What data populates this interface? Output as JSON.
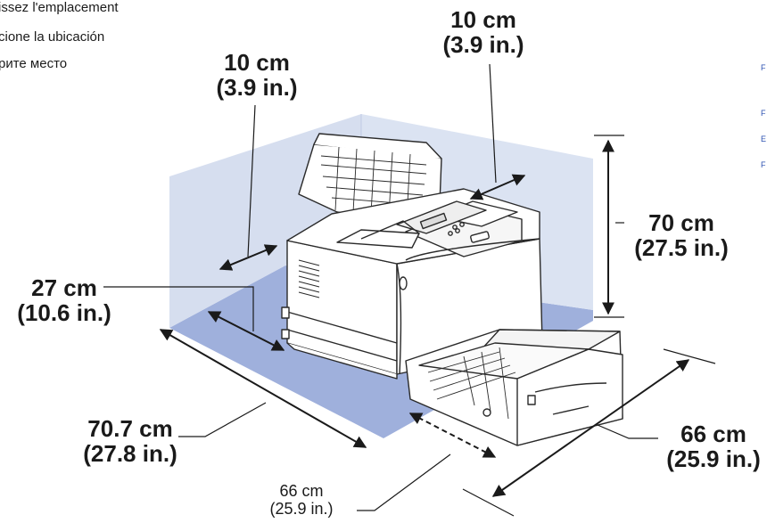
{
  "header_lines": [
    "issez l'emplacement",
    "cione la ubicación",
    "рите место"
  ],
  "dimensions": {
    "top_center": {
      "metric": "10 cm",
      "imperial": "(3.9 in.)"
    },
    "top_right": {
      "metric": "10 cm",
      "imperial": "(3.9 in.)"
    },
    "right": {
      "metric": "70 cm",
      "imperial": "(27.5 in.)"
    },
    "left": {
      "metric": "27 cm",
      "imperial": "(10.6 in.)"
    },
    "bottom_left": {
      "metric": "70.7 cm",
      "imperial": "(27.8 in.)"
    },
    "bottom_right": {
      "metric": "66 cm",
      "imperial": "(25.9 in.)"
    },
    "bottom_small": {
      "metric": "66 cm",
      "imperial": "(25.9 in.)"
    }
  },
  "side_links": [
    "F",
    "F",
    "E",
    "F"
  ],
  "colors": {
    "wall": "#d6deef",
    "wall_edge": "#c4cfe6",
    "floor": "#9fb0dc",
    "floor_dark": "#8c9fd4",
    "line": "#1a1a1a",
    "printer_fill": "#ffffff",
    "printer_stroke": "#2a2a2a"
  }
}
